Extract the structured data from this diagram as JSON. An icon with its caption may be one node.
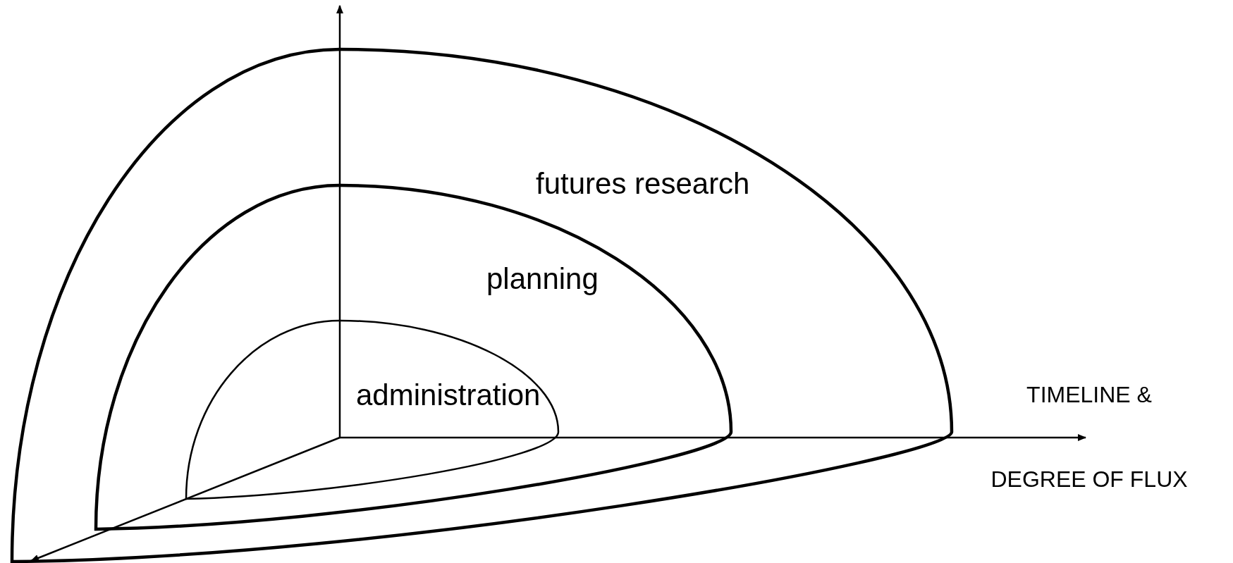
{
  "diagram": {
    "nodes": [
      {
        "text": [
          "futures research"
        ]
      },
      {
        "text": [
          "planning"
        ],
        "in": 0
      },
      {
        "text": [
          "administration"
        ],
        "in": 1
      }
    ],
    "labels": [
      "TIMELINE & DEGREE OF FLUX"
    ]
  }
}
